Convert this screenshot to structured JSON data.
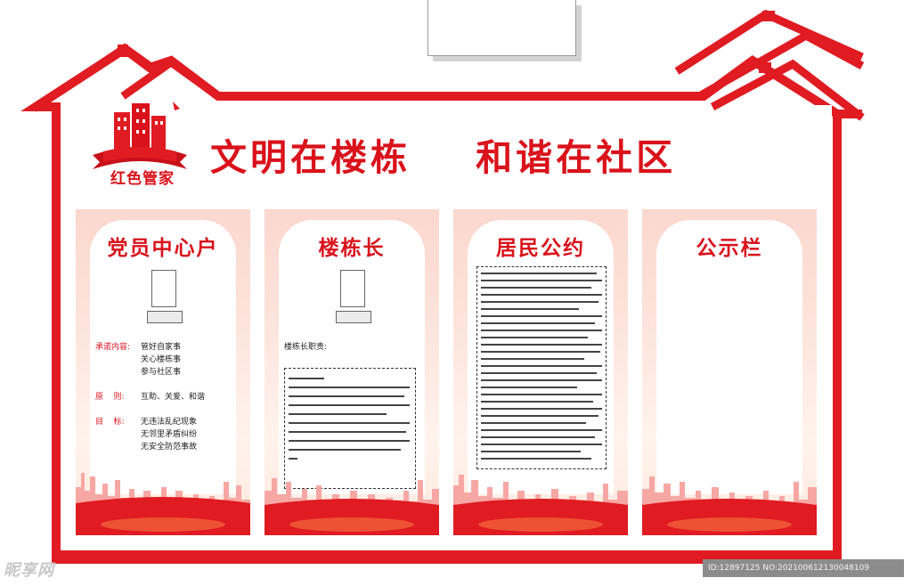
{
  "header": {
    "logo_text": "红色管家",
    "title": "文明在楼栋    和谐在社区"
  },
  "panels": [
    {
      "title": "党员中心户",
      "commit_label": "承诺内容:",
      "commit_lines": "管好自家事\n关心楼栋事\n参与社区事",
      "principle_label": "原    则:",
      "principle_text": "互助、关爱、和谐",
      "goal_label": "目    标:",
      "goal_lines": "无违法乱纪现象\n无邻里矛盾纠纷\n无安全防范事故"
    },
    {
      "title": "楼栋长",
      "duties_label": "楼栋长职责:"
    },
    {
      "title": "居民公约"
    },
    {
      "title": "公示栏"
    }
  ],
  "footer": {
    "watermark": "昵享网",
    "image_id": "ID:12897125 NO:20210061213004810​9"
  },
  "colors": {
    "brand_red": "#d9121b",
    "panel_pink": "#fde4dc"
  }
}
